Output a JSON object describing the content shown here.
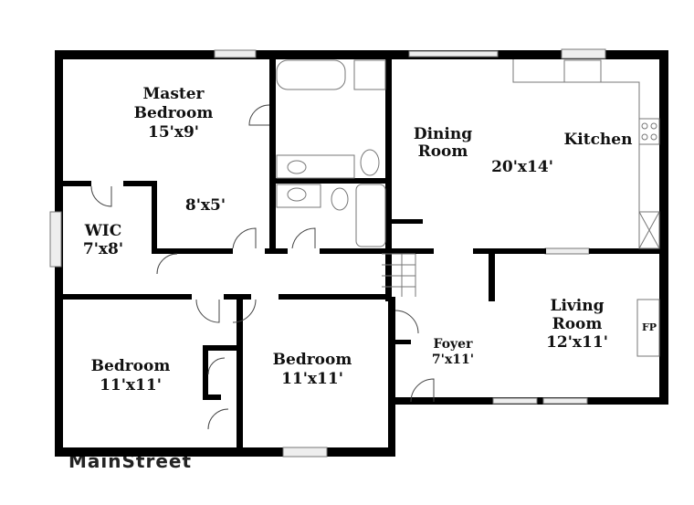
{
  "rooms": {
    "master_bedroom": {
      "name_line1": "Master",
      "name_line2": "Bedroom",
      "size": "15'x9'"
    },
    "master_bath": {
      "size": "8'x5'"
    },
    "wic": {
      "name": "WIC",
      "size": "7'x8'"
    },
    "dining": {
      "name_line1": "Dining",
      "name_line2": "Room"
    },
    "kitchen": {
      "name": "Kitchen",
      "size": "20'x14'"
    },
    "living": {
      "name_line1": "Living",
      "name_line2": "Room",
      "size": "12'x11'"
    },
    "fireplace": {
      "label": "FP"
    },
    "foyer": {
      "name": "Foyer",
      "size": "7'x11'"
    },
    "bedroom_left": {
      "name": "Bedroom",
      "size": "11'x11'"
    },
    "bedroom_center": {
      "name": "Bedroom",
      "size": "11'x11'"
    }
  },
  "watermark": {
    "text": "MainStreet"
  }
}
